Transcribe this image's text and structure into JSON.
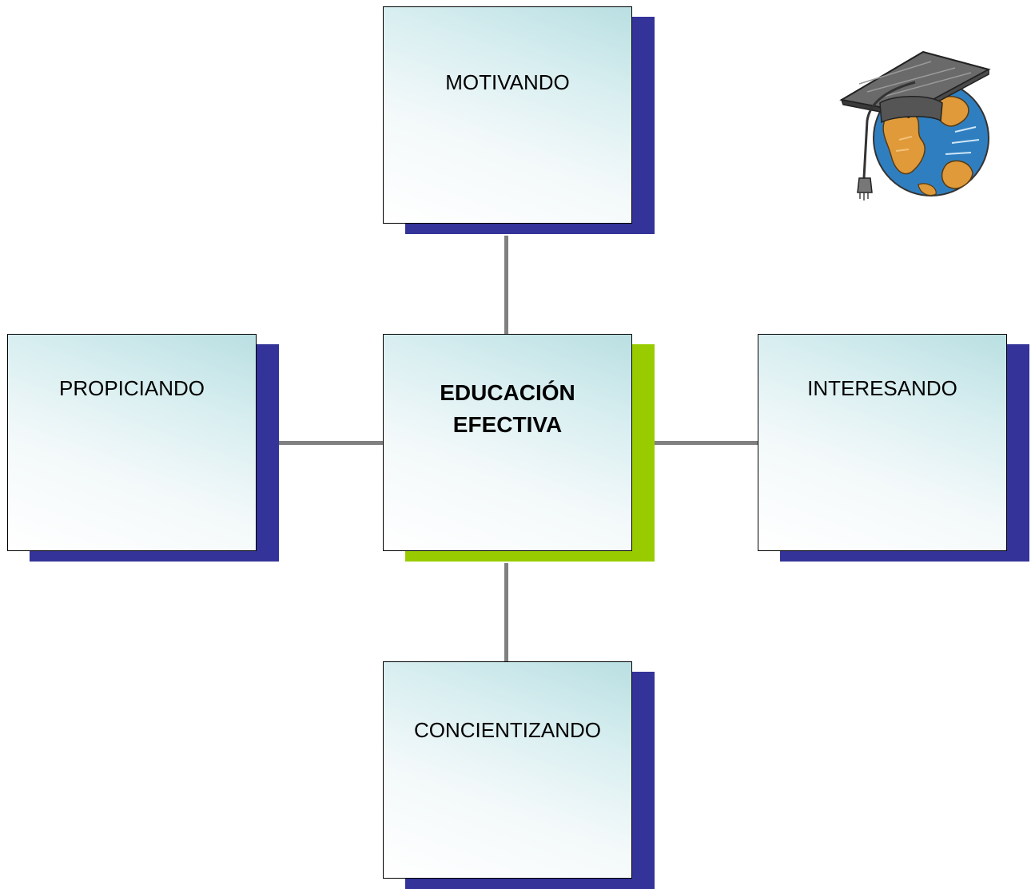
{
  "diagram": {
    "center": {
      "label_line1": "EDUCACIÓN",
      "label_line2": "EFECTIVA",
      "shadow_color": "#99cc00"
    },
    "top": {
      "label": "MOTIVANDO",
      "shadow_color": "#333399"
    },
    "left": {
      "label": "PROPICIANDO",
      "shadow_color": "#333399"
    },
    "right": {
      "label": "INTERESANDO",
      "shadow_color": "#333399"
    },
    "bottom": {
      "label": "CONCIENTIZANDO",
      "shadow_color": "#333399"
    },
    "connector_color": "#808080"
  },
  "logo": {
    "icon": "globe-graduation-cap-icon"
  }
}
